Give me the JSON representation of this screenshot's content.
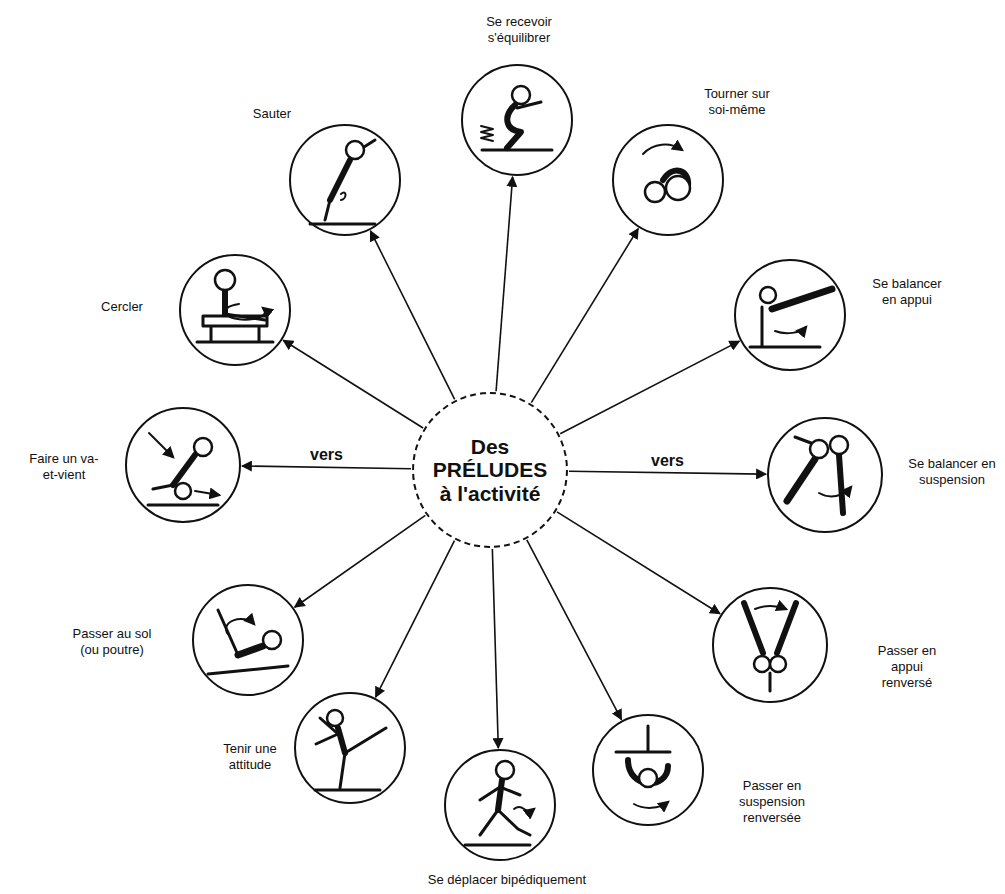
{
  "diagram": {
    "nodes": [
      {
        "text": [
          "Des PRÉLUDES à l'activité"
        ]
      },
      {
        "text": [
          "Se recevoir s'équilibrer"
        ]
      },
      {
        "text": [
          "Tourner sur soi-même"
        ]
      },
      {
        "text": [
          "Se balancer en appui"
        ]
      },
      {
        "text": [
          "Se balancer en suspension"
        ]
      },
      {
        "text": [
          "Passer en appui renversé"
        ]
      },
      {
        "text": [
          "Passer en suspension renversée"
        ]
      },
      {
        "text": [
          "Se déplacer bipédiquement"
        ]
      },
      {
        "text": [
          "Tenir une attitude"
        ]
      },
      {
        "text": [
          "Passer au sol (ou poutre)"
        ]
      },
      {
        "text": [
          "Faire un va-et-vient"
        ]
      },
      {
        "text": [
          "Cercler"
        ]
      },
      {
        "text": [
          "Sauter"
        ]
      }
    ],
    "edges": [
      {
        "from": 0,
        "to": 1,
        "arrow": "to"
      },
      {
        "from": 0,
        "to": 2,
        "arrow": "to"
      },
      {
        "from": 0,
        "to": 3,
        "arrow": "to"
      },
      {
        "from": 0,
        "to": 4,
        "label": "vers",
        "arrow": "to"
      },
      {
        "from": 0,
        "to": 5,
        "arrow": "to"
      },
      {
        "from": 0,
        "to": 6,
        "arrow": "to"
      },
      {
        "from": 0,
        "to": 7,
        "arrow": "to"
      },
      {
        "from": 0,
        "to": 8,
        "arrow": "to"
      },
      {
        "from": 0,
        "to": 9,
        "arrow": "to"
      },
      {
        "from": 0,
        "to": 10,
        "label": "vers",
        "arrow": "to"
      },
      {
        "from": 0,
        "to": 11,
        "arrow": "to"
      },
      {
        "from": 0,
        "to": 12,
        "arrow": "to"
      }
    ]
  }
}
